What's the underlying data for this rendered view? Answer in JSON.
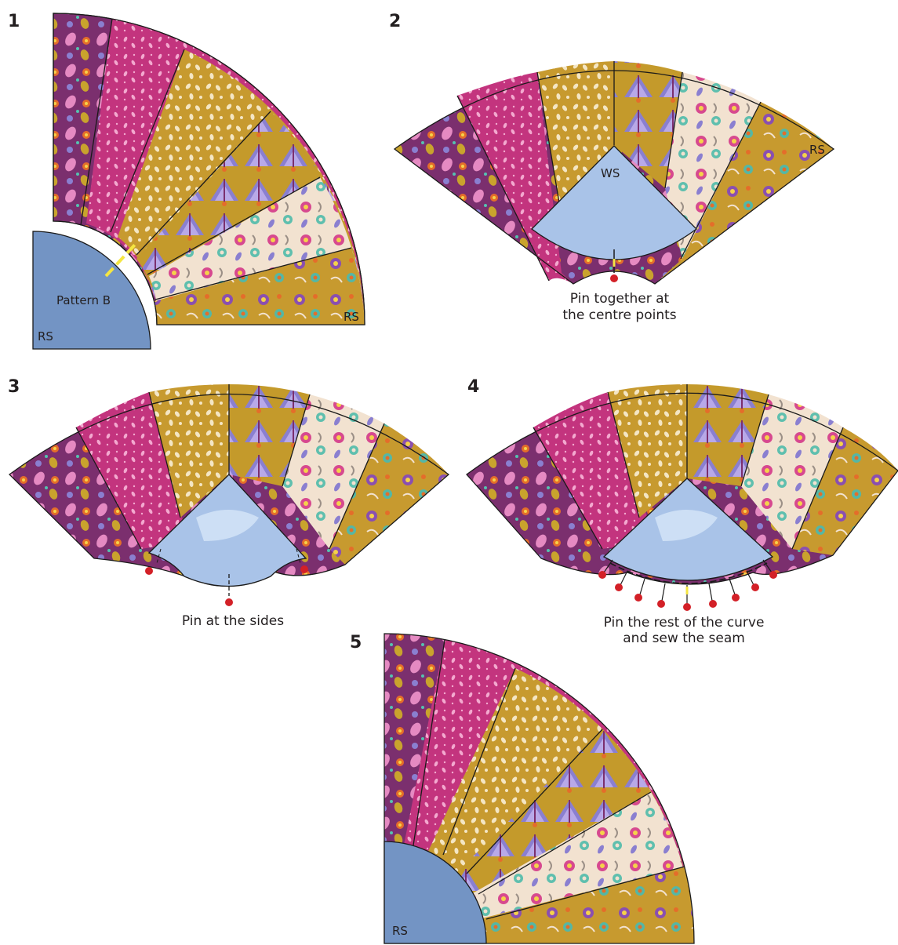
{
  "steps": {
    "s1": {
      "number": "1",
      "template_label": "Pattern B",
      "template_side": "RS",
      "fan_side": "RS"
    },
    "s2": {
      "number": "2",
      "fan_side": "RS",
      "template_side": "WS",
      "caption_line1": "Pin together at",
      "caption_line2": "the centre points"
    },
    "s3": {
      "number": "3",
      "caption": "Pin at the sides"
    },
    "s4": {
      "number": "4",
      "caption_line1": "Pin the rest of the curve",
      "caption_line2": "and sew the seam"
    },
    "s5": {
      "number": "5",
      "template_side": "RS"
    }
  },
  "colors": {
    "purple": "#7b2f6e",
    "magenta": "#c3347e",
    "mustard": "#c79a2f",
    "cream": "#f2e2d0",
    "template_rs": "#7394c4",
    "template_ws": "#a9c3e8",
    "pin": "#d32027",
    "marker": "#f5e642"
  }
}
